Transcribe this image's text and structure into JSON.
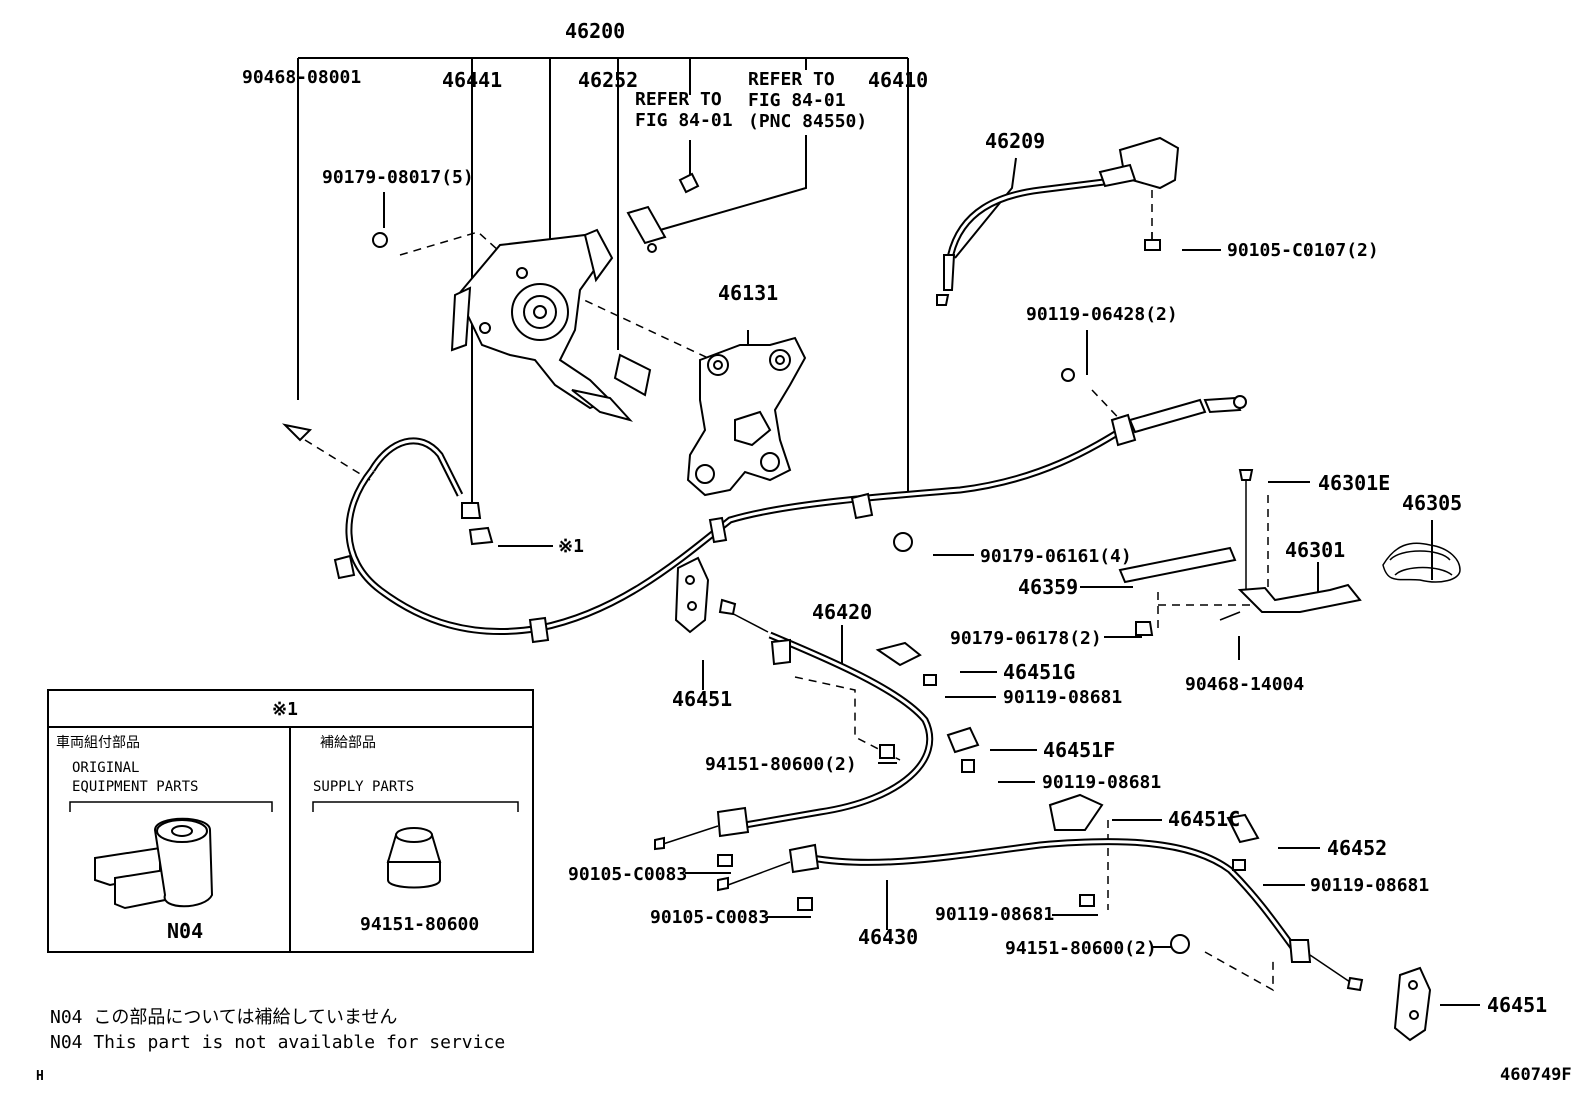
{
  "labels": {
    "l46200": "46200",
    "l90468_08001": "90468-08001",
    "l46441": "46441",
    "l46252": "46252",
    "refer1_a": "REFER TO",
    "refer1_b": "FIG 84-01",
    "refer2_a": "REFER TO",
    "refer2_b": "FIG 84-01",
    "refer2_c": "(PNC 84550)",
    "l46410": "46410",
    "l90179_08017": "90179-08017(5)",
    "l46209": "46209",
    "l90105_C0107": "90105-C0107(2)",
    "l46131": "46131",
    "l90119_06428": "90119-06428(2)",
    "l46301E": "46301E",
    "l46305": "46305",
    "l90179_06161": "90179-06161(4)",
    "l46301": "46301",
    "l46359": "46359",
    "lstar1": "※1",
    "l46420": "46420",
    "l90179_06178": "90179-06178(2)",
    "l46451a": "46451",
    "l46451G": "46451G",
    "l90119_08681a": "90119-08681",
    "l90468_14004": "90468-14004",
    "l46451F": "46451F",
    "l94151_80600a": "94151-80600(2)",
    "l90119_08681b": "90119-08681",
    "l46451C": "46451C",
    "l46452": "46452",
    "l90105_C0083a": "90105-C0083",
    "l90119_08681c": "90119-08681",
    "l90105_C0083b": "90105-C0083",
    "l90119_08681d": "90119-08681",
    "l46430": "46430",
    "l94151_80600b": "94151-80600(2)",
    "l46451b": "46451"
  },
  "inset": {
    "title": "※1",
    "left_header": "車両組付部品",
    "left_line1": "ORIGINAL",
    "left_line2": "EQUIPMENT PARTS",
    "left_part": "N04",
    "right_header": "補給部品",
    "right_line1": "SUPPLY PARTS",
    "right_part": "94151-80600"
  },
  "notes": {
    "note_jp": "N04 この部品については補給していません",
    "note_en": "N04 This part is not available for service",
    "corner_h": "H",
    "figure_id": "460749F"
  }
}
